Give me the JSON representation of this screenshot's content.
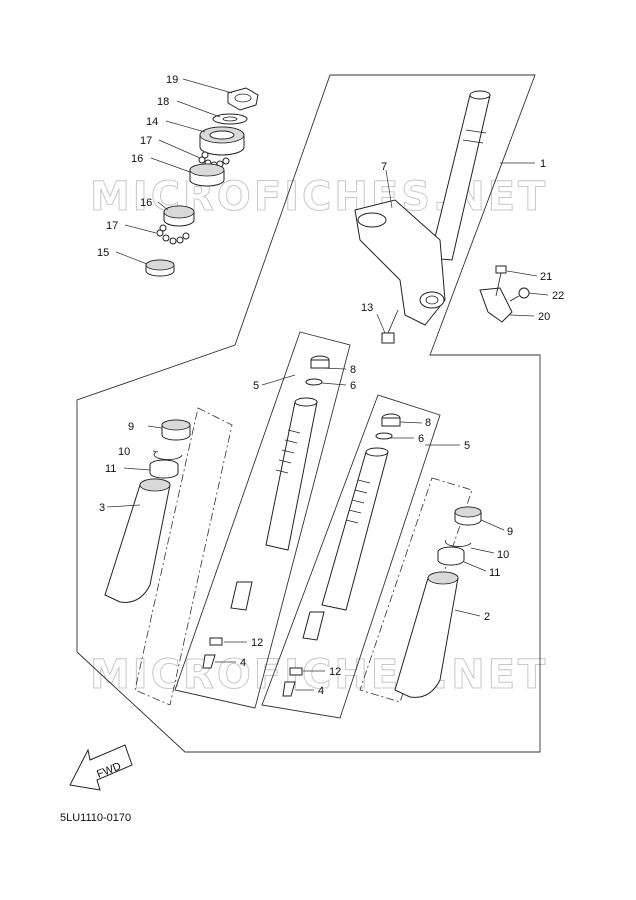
{
  "watermark": "MICROFICHES.NET",
  "fwd_label": "FWD",
  "diagram_code": "5LU1110-0170",
  "callouts": {
    "c19": "19",
    "c18": "18",
    "c14": "14",
    "c17a": "17",
    "c16a": "16",
    "c16b": "16",
    "c17b": "17",
    "c15": "15",
    "c7": "7",
    "c1": "1",
    "c21": "21",
    "c22": "22",
    "c20": "20",
    "c13": "13",
    "c5a": "5",
    "c8a": "8",
    "c6a": "6",
    "c9a": "9",
    "c10a": "10",
    "c11a": "11",
    "c3": "3",
    "c12a": "12",
    "c4a": "4",
    "c8b": "8",
    "c6b": "6",
    "c5b": "5",
    "c9b": "9",
    "c10b": "10",
    "c11b": "11",
    "c2": "2",
    "c12b": "12",
    "c4b": "4"
  }
}
